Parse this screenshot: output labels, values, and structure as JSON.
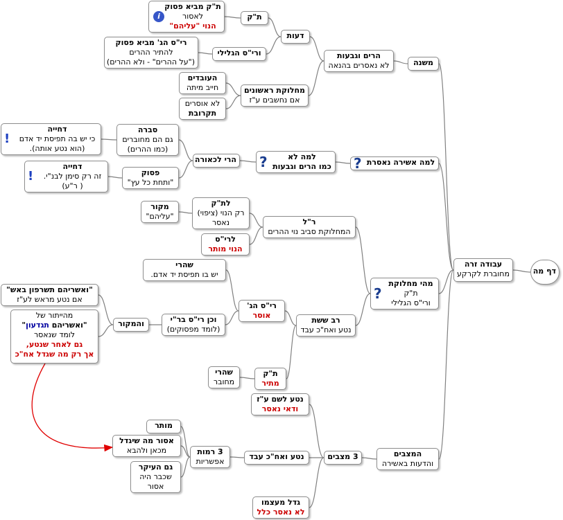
{
  "root": {
    "title": "דף מה"
  },
  "avoda_zara": {
    "title": "עבודה זרה",
    "sub": "מחוברת לקרקע"
  },
  "mishna": {
    "title": "משנה"
  },
  "harim": {
    "title": "הרים וגבעות",
    "sub": "לא נאסרים בהנאה"
  },
  "deot": {
    "title": "דעות"
  },
  "tk": {
    "title": "ת\"ק"
  },
  "tk_source": {
    "title": "ת\"ק מביא פסוק",
    "sub": "לאסור",
    "red": "הנוי \"עליהם\""
  },
  "rys_galili": {
    "title": "ורי\"ס הגלילי"
  },
  "rys_hag": {
    "title": "רי\"ס הג' מביא פסוק",
    "sub": "להתיר ההרים",
    "sub2": "(\"על ההרים\" - ולא ההרים)"
  },
  "machloket_rishonim": {
    "title": "מחלוקת ראשונים",
    "sub": "אם נחשבים ע\"ז"
  },
  "haovdim": {
    "title": "העובדים",
    "sub": "חייב מיתה"
  },
  "lo_osrim": {
    "sub": "לא אוסרים",
    "title": "תקרובת"
  },
  "lama_muteret": {
    "title": "למה אשירה נאסרת"
  },
  "lama_lo": {
    "title": "למה לא",
    "sub": "כמו הרים וגבעות"
  },
  "harei_lakeura": {
    "title": "הרי לכאורה"
  },
  "svara": {
    "title": "סברה",
    "sub": "גם הם מחוברים",
    "sub2": "(כמו ההרים)"
  },
  "dchiya1": {
    "title": "דחייה",
    "sub": "כי יש בה תפיסת יד אדם",
    "sub2": "(הוא נטע אותה)."
  },
  "pasuk": {
    "title": "פסוק",
    "sub": "\"ותחת כל עץ\""
  },
  "dchiya2": {
    "title": "דחייה",
    "sub": "זה רק סימן לבנ\"י.",
    "sub2": "( ר\"ע)"
  },
  "mahi_machloket": {
    "title": "מהי מחלוקת",
    "sub": "ת\"ק",
    "sub2": "ורי\"ס הגלילי"
  },
  "rl": {
    "title": "ר\"ל",
    "sub": "המחלוקת סביב נוי ההרים"
  },
  "latk": {
    "title": "לת\"ק",
    "sub": "רק הנוי (ציפוי)",
    "sub2": "נאסר"
  },
  "makor": {
    "title": "מקור",
    "sub": "\"עליהם\""
  },
  "lerys": {
    "title": "לרי\"ס",
    "red": "הנוי  מותר"
  },
  "rav_sheshet": {
    "title": "רב ששת",
    "sub": "נטע ואח\"כ עבד"
  },
  "rys_hag2": {
    "title": "רי\"ס  הג'",
    "red": "אוסר"
  },
  "shehari1": {
    "title": "שהרי",
    "sub": "יש בו תפיסת יד אדם."
  },
  "vechen": {
    "title": "וכן רי\"ס בר\"י",
    "sub": "(לומד מפסוקים)"
  },
  "vehamakor": {
    "title": "והמקור"
  },
  "veashereihem": {
    "title": "\"ואשריהם תשרפון באש\"",
    "sub": "אם נטע מראש לע\"ז"
  },
  "meyituro": {
    "sub": "מהייתור של",
    "title_a": "\"ואשריהם ",
    "title_b": "תגדעון",
    "title_c": "\"",
    "sub2": "לומד שנאסר",
    "red1": "גם לאחר שנטע,",
    "red2": "אך רק מה שגדל אח\"כ"
  },
  "tk2": {
    "title": "ת\"ק",
    "red": "מתיר"
  },
  "shehari2": {
    "title": "שהרי",
    "sub": "מחובר"
  },
  "matzavim": {
    "title": "המצבים",
    "sub": "והדעות באשירה"
  },
  "three_matzavim": {
    "title": "3 מצבים"
  },
  "nata_lshem": {
    "title": "נטע לשם ע\"ז",
    "red": "ודאי נאסר"
  },
  "nata_vachach": {
    "title": "נטע ואח\"כ עבד"
  },
  "gadal": {
    "title": "גדל מעצמו",
    "red": "לא נאסר כלל"
  },
  "three_ramot": {
    "title": "3 רמות",
    "sub": "אפשריות"
  },
  "mutar": {
    "title": "מותר"
  },
  "asur_ma": {
    "title": "אסור מה שיגדל",
    "sub": "מכאן ולהבא"
  },
  "gam_haikar": {
    "title": "גם העיקר",
    "sub": "שכבר היה",
    "sub2": "אסור"
  },
  "icons": {
    "question": "question-icon",
    "exclamation": "exclamation-icon",
    "info": "info-icon"
  },
  "colors": {
    "red": "#cc0000",
    "navy": "#0000a0",
    "arrow": "#e00000",
    "connector": "#808080"
  }
}
